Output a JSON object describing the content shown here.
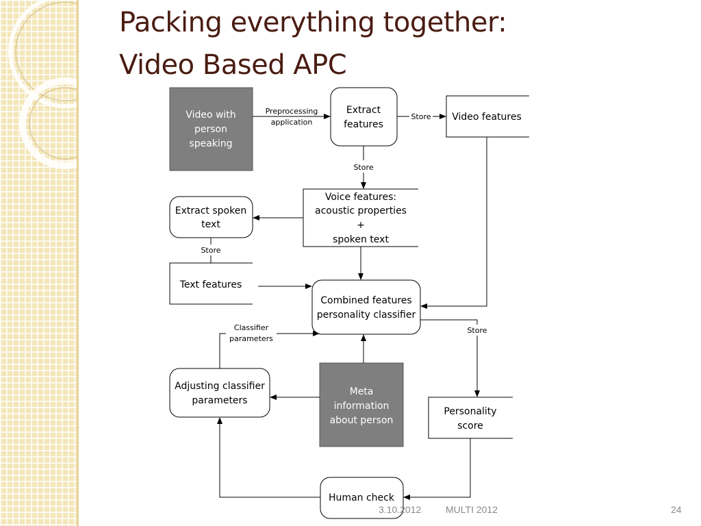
{
  "slide": {
    "title_line1": "Packing everything together:",
    "title_line2": "Video Based APC"
  },
  "diagram": {
    "nodes": {
      "video_with_person": [
        "Video with",
        "person",
        "speaking"
      ],
      "extract_features": [
        "Extract",
        "features"
      ],
      "video_features": [
        "Video features"
      ],
      "voice_features": [
        "Voice features:",
        "acoustic properties",
        "+",
        "spoken text"
      ],
      "extract_spoken_text": [
        "Extract spoken",
        "text"
      ],
      "text_features": [
        "Text features"
      ],
      "combined_classifier": [
        "Combined features",
        "personality classifier"
      ],
      "adjusting_parameters": [
        "Adjusting classifier",
        "parameters"
      ],
      "meta_information": [
        "Meta",
        "information",
        "about person"
      ],
      "personality_score": [
        "Personality",
        "score"
      ],
      "human_check": [
        "Human check"
      ]
    },
    "edge_labels": {
      "preprocessing": [
        "Preprocessing",
        "application"
      ],
      "store": "Store",
      "classifier_parameters": [
        "Classifier",
        "parameters"
      ]
    }
  },
  "footer": {
    "date": "3.10.2012",
    "conference": "MULTI 2012",
    "page": "24"
  },
  "colors": {
    "title": "#4a1c12",
    "dark_node": "#7f7f7f",
    "sidebar": "#f3e6b9"
  }
}
